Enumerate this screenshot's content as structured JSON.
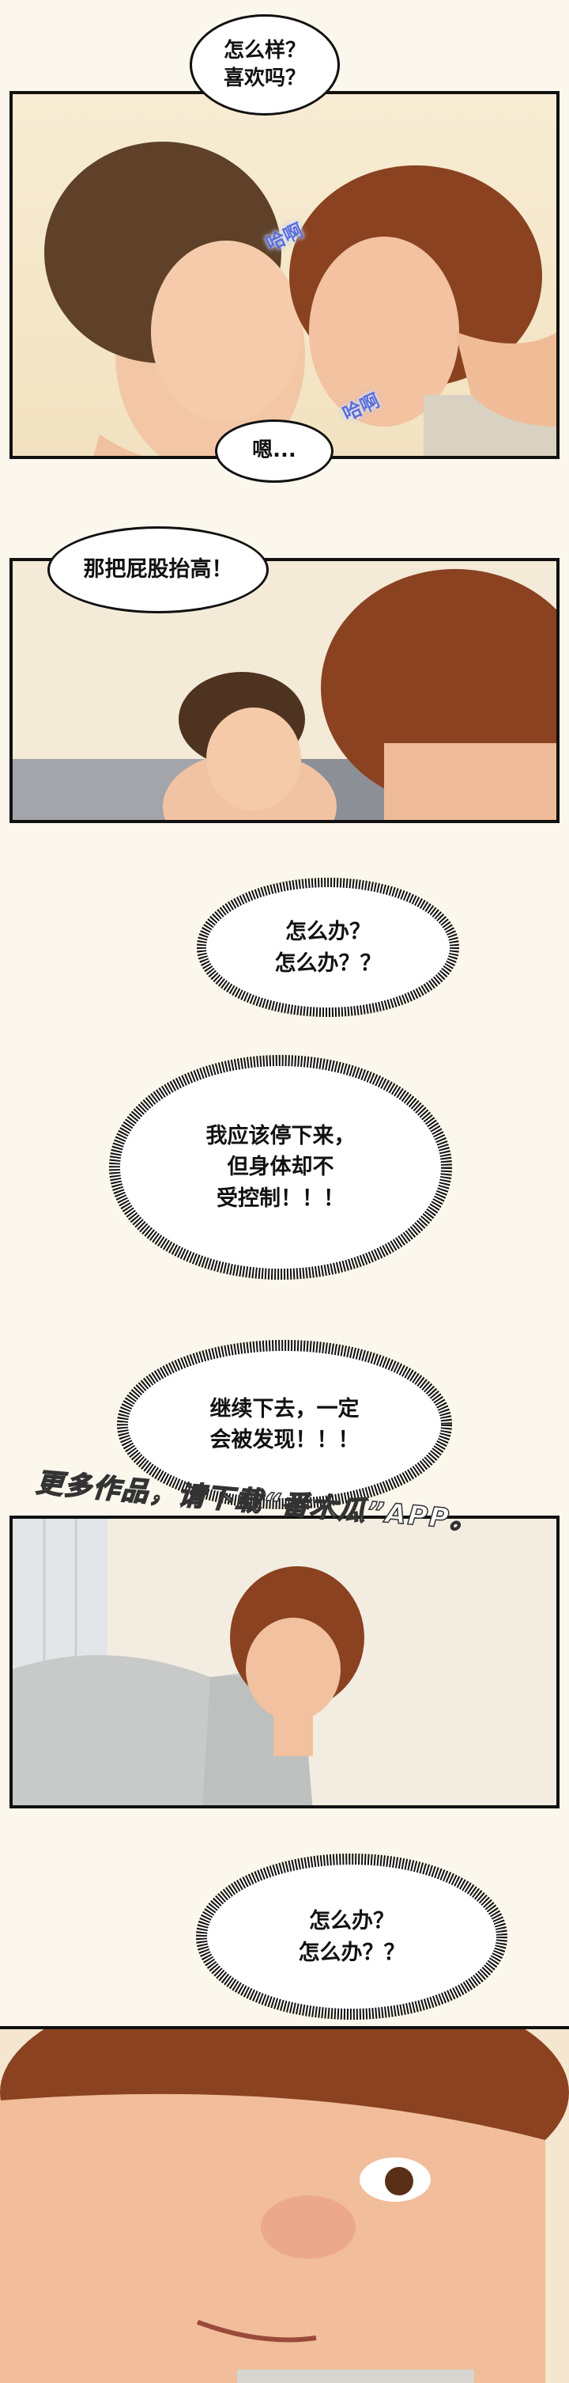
{
  "panel1": {
    "bubble_top": "怎么样？\n喜欢吗？",
    "sfx_1": "哈啊",
    "sfx_2": "哈啊",
    "bubble_bottom": "嗯..."
  },
  "panel2": {
    "bubble": "那把屁股抬高！"
  },
  "thoughts": {
    "t1": "怎么办？\n怎么办？？",
    "t2": "我应该停下来，\n但身体却不\n受控制！！！",
    "t3": "继续下去，一定\n会被发现！！！",
    "t4": "怎么办？\n怎么办？？"
  },
  "watermark": "更多作品，请下载“番木瓜”APP。",
  "colors": {
    "border": "#111111",
    "background": "#fbf7ec",
    "skin": "#f3c7a6",
    "hair": "#7a3d1e"
  }
}
